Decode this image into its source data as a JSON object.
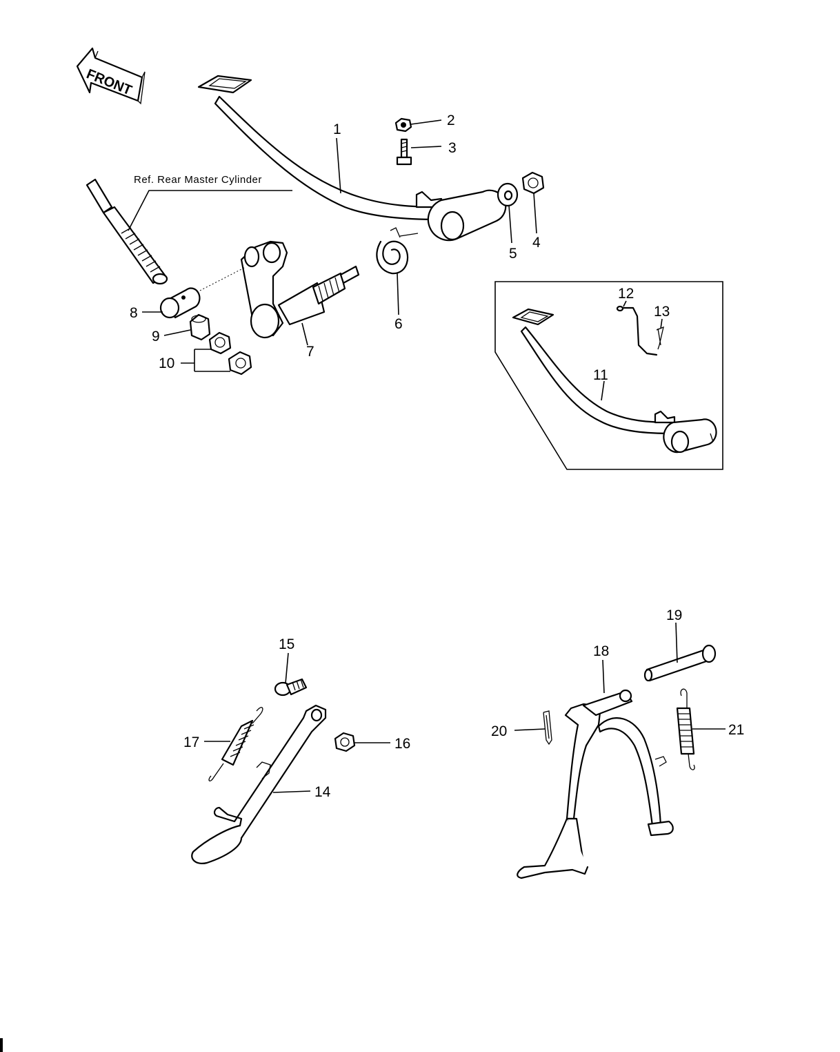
{
  "front_arrow": {
    "text": "FRONT"
  },
  "ref_note": "Ref. Rear Master Cylinder",
  "callouts": [
    {
      "num": "1"
    },
    {
      "num": "2"
    },
    {
      "num": "3"
    },
    {
      "num": "4"
    },
    {
      "num": "5"
    },
    {
      "num": "6"
    },
    {
      "num": "7"
    },
    {
      "num": "8"
    },
    {
      "num": "9"
    },
    {
      "num": "10"
    },
    {
      "num": "11"
    },
    {
      "num": "12"
    },
    {
      "num": "13"
    },
    {
      "num": "14"
    },
    {
      "num": "15"
    },
    {
      "num": "16"
    },
    {
      "num": "17"
    },
    {
      "num": "18"
    },
    {
      "num": "19"
    },
    {
      "num": "20"
    },
    {
      "num": "21"
    }
  ],
  "colors": {
    "ink": "#000000",
    "paper": "#ffffff"
  }
}
